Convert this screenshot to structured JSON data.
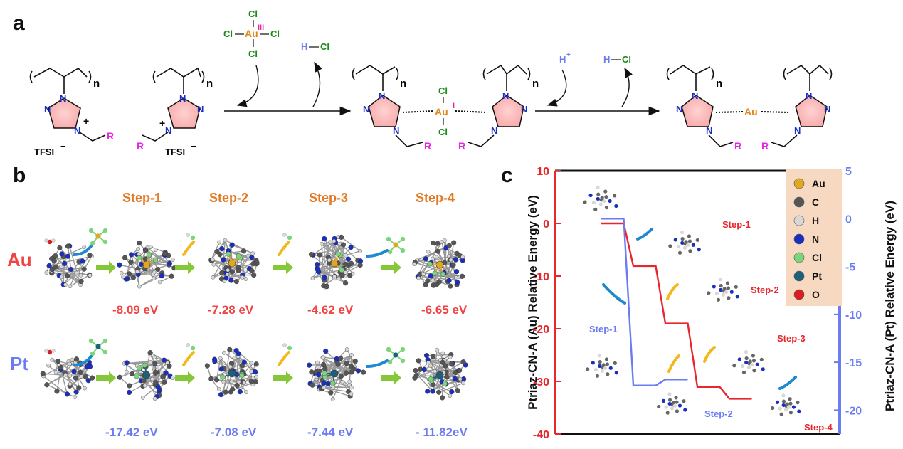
{
  "panels": {
    "a": "a",
    "b": "b",
    "c": "c"
  },
  "scheme": {
    "n": "n",
    "tfsi": "TFSI",
    "minus": "−",
    "plus": "+",
    "R": "R",
    "N": "N",
    "Cl": "Cl",
    "Au": "Au",
    "au_ox_III": "III",
    "au_ox_I": "I",
    "H": "H",
    "hplus": "H",
    "hplus_sup": "+",
    "hcl_H": "H",
    "hcl_Cl": "Cl"
  },
  "panel_b": {
    "steps": [
      "Step-1",
      "Step-2",
      "Step-3",
      "Step-4"
    ],
    "rows": [
      {
        "label": "Au",
        "color": "#F04444",
        "energies": [
          "-8.09 eV",
          "-7.28 eV",
          "-4.62 eV",
          "-6.65 eV"
        ]
      },
      {
        "label": "Pt",
        "color": "#6B7CF0",
        "energies": [
          "-17.42 eV",
          "-7.08 eV",
          "-7.44 eV",
          "- 11.82eV"
        ]
      }
    ]
  },
  "chart_data": {
    "type": "line",
    "ylabel_left": "Ptriaz-CN-A (Au) Relative Energy (eV)",
    "ylabel_right": "Ptriaz-CN-A (Pt) Relative Energy (eV)",
    "ylim_left": [
      -40,
      10
    ],
    "ylim_right": [
      -22.5,
      5
    ],
    "yticks_left": [
      "10",
      "0",
      "-10",
      "-20",
      "-30",
      "-40"
    ],
    "yticks_right": [
      "5",
      "0",
      "-5",
      "-10",
      "-15",
      "-20"
    ],
    "series": [
      {
        "axis": "left",
        "color": "#E8262B",
        "steps": [
          [
            0,
            0
          ],
          [
            1,
            -8.09
          ],
          [
            2,
            -18.99
          ],
          [
            3,
            -31.05
          ],
          [
            4,
            -33.3
          ]
        ]
      },
      {
        "axis": "right",
        "color": "#6B7CF0",
        "steps": [
          [
            0,
            0
          ],
          [
            1,
            -17.42
          ],
          [
            2,
            -16.8
          ]
        ]
      }
    ],
    "step_labels_au": [
      "Step-1",
      "Step-2",
      "Step-3",
      "Step-4"
    ],
    "step_labels_pt": [
      "Step-1",
      "Step-2"
    ],
    "legend": [
      {
        "label": "Au",
        "color": "#E0A820"
      },
      {
        "label": "C",
        "color": "#555555"
      },
      {
        "label": "H",
        "color": "#D8D8D8"
      },
      {
        "label": "N",
        "color": "#1A2FBF"
      },
      {
        "label": "Cl",
        "color": "#7BD67B"
      },
      {
        "label": "Pt",
        "color": "#1E5F7A"
      },
      {
        "label": "O",
        "color": "#D81E1E"
      }
    ]
  }
}
